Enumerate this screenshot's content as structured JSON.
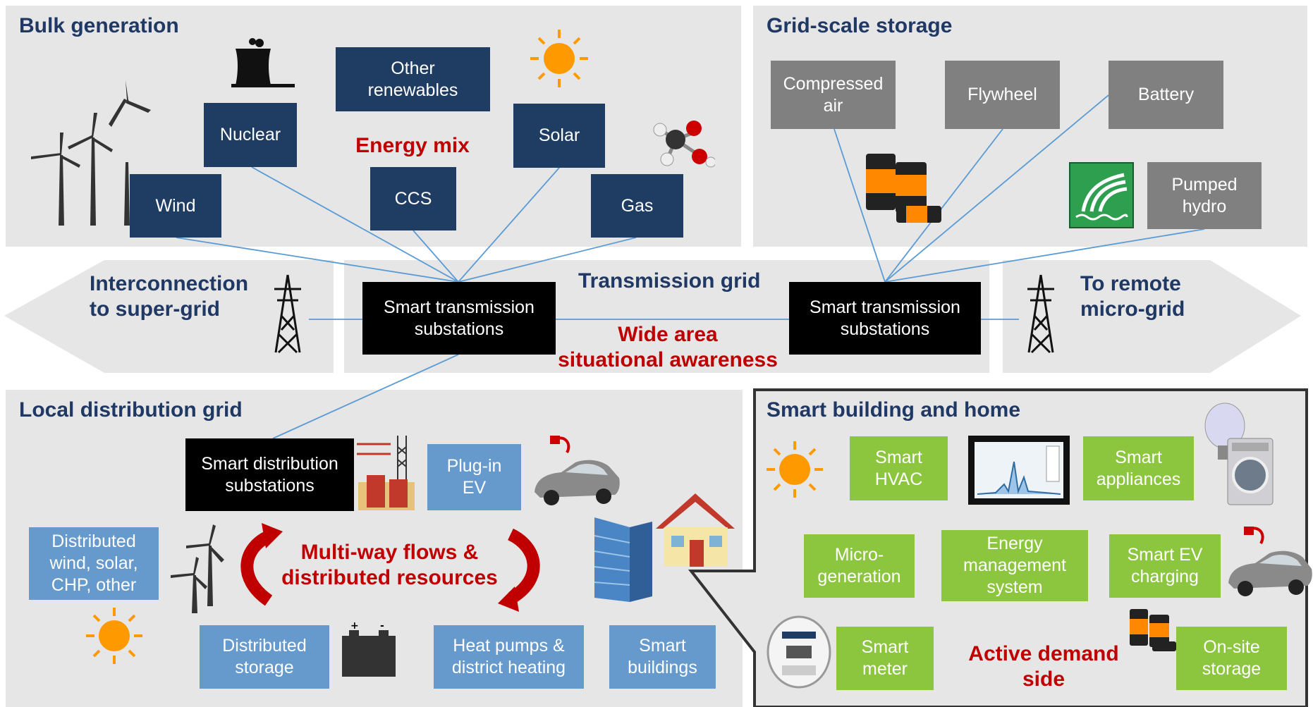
{
  "bulk": {
    "title": "Bulk generation",
    "label": "Energy mix",
    "boxes": {
      "wind": "Wind",
      "nuclear": "Nuclear",
      "other": "Other\nrenewables",
      "ccs": "CCS",
      "solar": "Solar",
      "gas": "Gas"
    }
  },
  "storage": {
    "title": "Grid-scale storage",
    "boxes": {
      "compressed": "Compressed\nair",
      "flywheel": "Flywheel",
      "battery": "Battery",
      "pumped": "Pumped\nhydro"
    }
  },
  "transmission": {
    "left_text": "Interconnection\nto super-grid",
    "right_text": "To remote\nmicro-grid",
    "grid_label": "Transmission grid",
    "wide_area": "Wide area\nsituational awareness",
    "sub_left": "Smart transmission\nsubstations",
    "sub_right": "Smart transmission\nsubstations"
  },
  "local": {
    "title": "Local distribution  grid",
    "dist_sub": "Smart distribution\nsubstations",
    "plugin": "Plug-in\nEV",
    "distributed": "Distributed\nwind, solar,\nCHP, other",
    "multiway": "Multi-way flows &\ndistributed resources",
    "dstorage": "Distributed\nstorage",
    "heat": "Heat pumps &\ndistrict heating",
    "buildings": "Smart\nbuildings"
  },
  "home": {
    "title": "Smart building and home",
    "hvac": "Smart\nHVAC",
    "appliances": "Smart\nappliances",
    "micro": "Micro-\ngeneration",
    "ems": "Energy\nmanagement\nsystem",
    "ev": "Smart EV\ncharging",
    "meter": "Smart\nmeter",
    "active": "Active demand\nside",
    "onsite": "On-site\nstorage"
  },
  "colors": {
    "navy": "#1f3864",
    "box_dark": "#1f3d63",
    "accent_red": "#c00000",
    "green": "#8cc63f",
    "light_blue": "#6699cc",
    "grey": "#808080",
    "connector": "#5b9bd5"
  }
}
